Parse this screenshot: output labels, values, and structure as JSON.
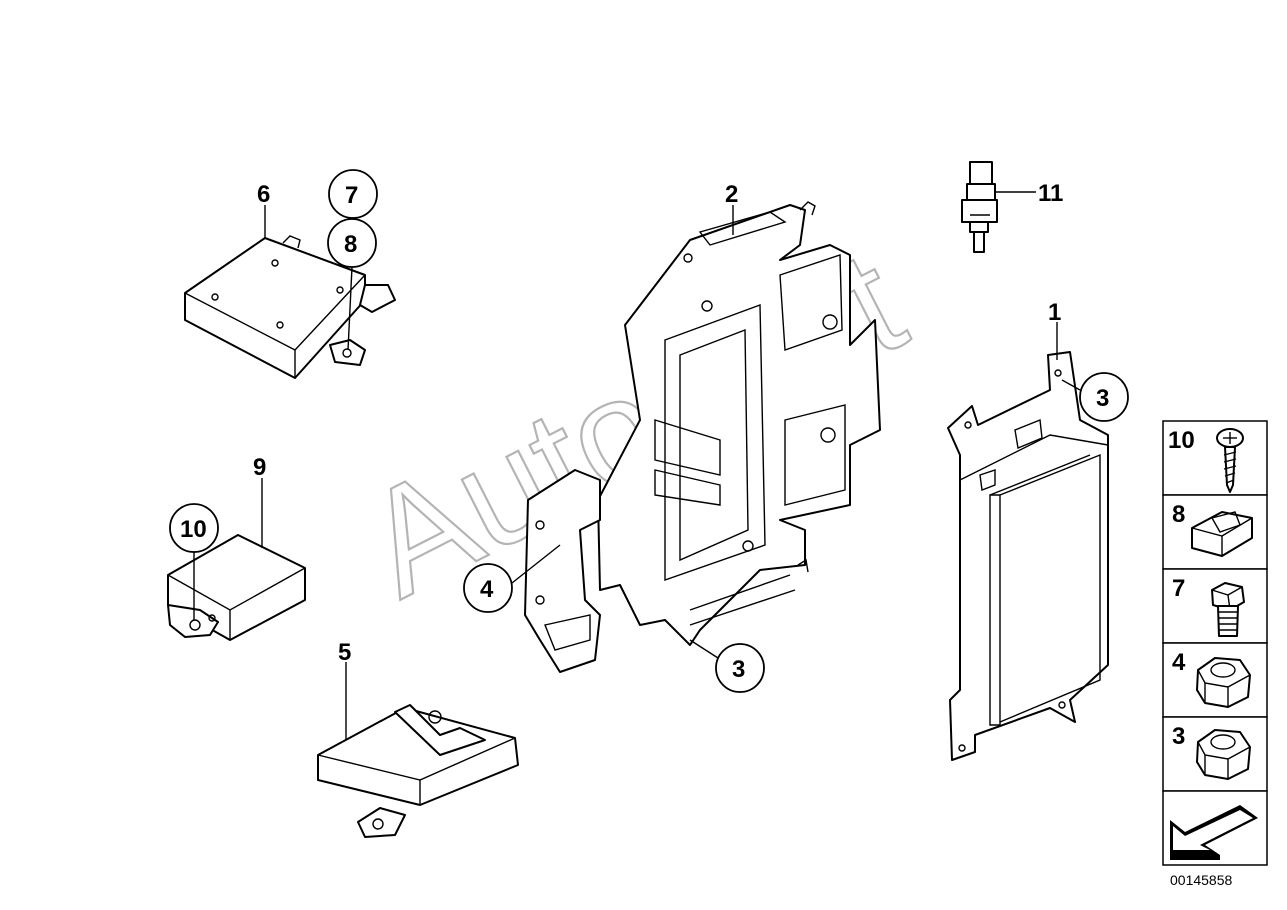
{
  "watermark": "AutoSoft",
  "document_number": "00145858",
  "callouts": {
    "part1": "1",
    "part2": "2",
    "part3a": "3",
    "part3b": "3",
    "part4": "4",
    "part5": "5",
    "part6": "6",
    "part7": "7",
    "part8": "8",
    "part9": "9",
    "part10": "10",
    "part11": "11"
  },
  "legend": [
    {
      "number": "10",
      "icon": "self-tapping-screw-icon"
    },
    {
      "number": "8",
      "icon": "clip-nut-icon"
    },
    {
      "number": "7",
      "icon": "hex-bolt-icon"
    },
    {
      "number": "4",
      "icon": "hex-nut-flange-icon"
    },
    {
      "number": "3",
      "icon": "hex-nut-icon"
    },
    {
      "number": "",
      "icon": "direction-arrow-icon"
    }
  ]
}
